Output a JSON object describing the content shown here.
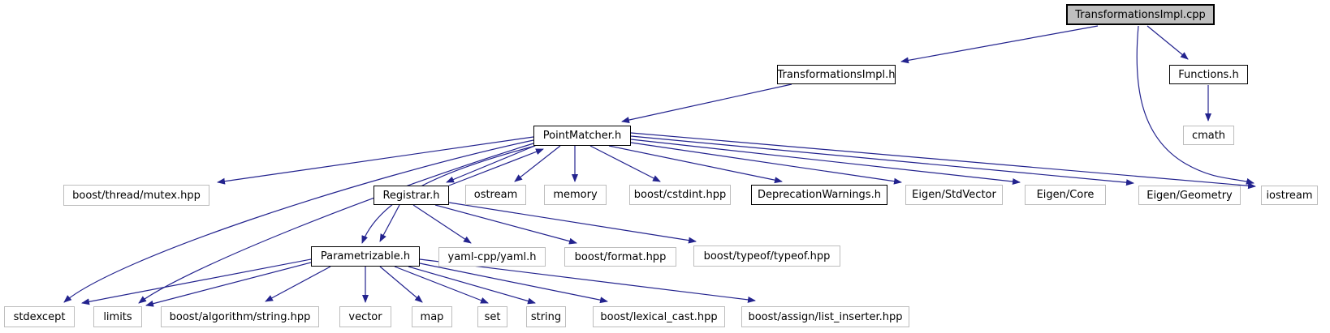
{
  "diagram": {
    "type": "include-dependency-graph",
    "colors": {
      "edge": "#23238e",
      "internal_border": "#000000",
      "external_border": "#bdbdbd",
      "root_fill": "#bfbfbf",
      "background": "#ffffff",
      "text": "#000000"
    },
    "nodes": [
      {
        "label": "TransformationsImpl.cpp",
        "kind": "root"
      },
      {
        "label": "TransformationsImpl.h",
        "kind": "internal"
      },
      {
        "label": "Functions.h",
        "kind": "internal"
      },
      {
        "label": "cmath",
        "kind": "external"
      },
      {
        "label": "PointMatcher.h",
        "kind": "internal"
      },
      {
        "label": "boost/thread/mutex.hpp",
        "kind": "external"
      },
      {
        "label": "Registrar.h",
        "kind": "internal"
      },
      {
        "label": "ostream",
        "kind": "external"
      },
      {
        "label": "memory",
        "kind": "external"
      },
      {
        "label": "boost/cstdint.hpp",
        "kind": "external"
      },
      {
        "label": "DeprecationWarnings.h",
        "kind": "internal"
      },
      {
        "label": "Eigen/StdVector",
        "kind": "external"
      },
      {
        "label": "Eigen/Core",
        "kind": "external"
      },
      {
        "label": "Eigen/Geometry",
        "kind": "external"
      },
      {
        "label": "iostream",
        "kind": "external"
      },
      {
        "label": "Parametrizable.h",
        "kind": "internal"
      },
      {
        "label": "yaml-cpp/yaml.h",
        "kind": "external"
      },
      {
        "label": "boost/format.hpp",
        "kind": "external"
      },
      {
        "label": "boost/typeof/typeof.hpp",
        "kind": "external"
      },
      {
        "label": "stdexcept",
        "kind": "external"
      },
      {
        "label": "limits",
        "kind": "external"
      },
      {
        "label": "boost/algorithm/string.hpp",
        "kind": "external"
      },
      {
        "label": "vector",
        "kind": "external"
      },
      {
        "label": "map",
        "kind": "external"
      },
      {
        "label": "set",
        "kind": "external"
      },
      {
        "label": "string",
        "kind": "external"
      },
      {
        "label": "boost/lexical_cast.hpp",
        "kind": "external"
      },
      {
        "label": "boost/assign/list_inserter.hpp",
        "kind": "external"
      }
    ],
    "edges": [
      {
        "from": "TransformationsImpl.cpp",
        "to": "TransformationsImpl.h"
      },
      {
        "from": "TransformationsImpl.cpp",
        "to": "Functions.h"
      },
      {
        "from": "TransformationsImpl.cpp",
        "to": "iostream"
      },
      {
        "from": "Functions.h",
        "to": "cmath"
      },
      {
        "from": "TransformationsImpl.h",
        "to": "PointMatcher.h"
      },
      {
        "from": "PointMatcher.h",
        "to": "boost/thread/mutex.hpp"
      },
      {
        "from": "PointMatcher.h",
        "to": "stdexcept"
      },
      {
        "from": "PointMatcher.h",
        "to": "limits"
      },
      {
        "from": "PointMatcher.h",
        "to": "Parametrizable.h"
      },
      {
        "from": "PointMatcher.h",
        "to": "Registrar.h"
      },
      {
        "from": "Registrar.h",
        "to": "PointMatcher.h"
      },
      {
        "from": "PointMatcher.h",
        "to": "ostream"
      },
      {
        "from": "PointMatcher.h",
        "to": "memory"
      },
      {
        "from": "PointMatcher.h",
        "to": "boost/cstdint.hpp"
      },
      {
        "from": "PointMatcher.h",
        "to": "DeprecationWarnings.h"
      },
      {
        "from": "PointMatcher.h",
        "to": "Eigen/StdVector"
      },
      {
        "from": "PointMatcher.h",
        "to": "Eigen/Core"
      },
      {
        "from": "PointMatcher.h",
        "to": "Eigen/Geometry"
      },
      {
        "from": "PointMatcher.h",
        "to": "iostream"
      },
      {
        "from": "Registrar.h",
        "to": "Parametrizable.h"
      },
      {
        "from": "Registrar.h",
        "to": "yaml-cpp/yaml.h"
      },
      {
        "from": "Registrar.h",
        "to": "boost/format.hpp"
      },
      {
        "from": "Registrar.h",
        "to": "boost/typeof/typeof.hpp"
      },
      {
        "from": "Parametrizable.h",
        "to": "stdexcept"
      },
      {
        "from": "Parametrizable.h",
        "to": "limits"
      },
      {
        "from": "Parametrizable.h",
        "to": "boost/algorithm/string.hpp"
      },
      {
        "from": "Parametrizable.h",
        "to": "vector"
      },
      {
        "from": "Parametrizable.h",
        "to": "map"
      },
      {
        "from": "Parametrizable.h",
        "to": "set"
      },
      {
        "from": "Parametrizable.h",
        "to": "string"
      },
      {
        "from": "Parametrizable.h",
        "to": "boost/lexical_cast.hpp"
      },
      {
        "from": "Parametrizable.h",
        "to": "boost/assign/list_inserter.hpp"
      }
    ]
  }
}
